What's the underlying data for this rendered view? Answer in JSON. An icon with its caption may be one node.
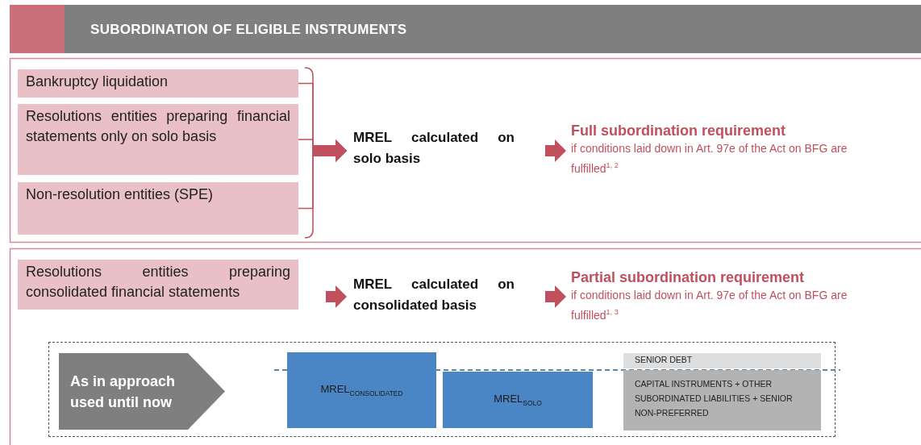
{
  "diagram": {
    "title": "SUBORDINATION OF ELIGIBLE INSTRUMENTS",
    "nodes": [
      {
        "text": [
          "Bankruptcy liquidation"
        ]
      },
      {
        "text": [
          "Resolutions entities preparing financial statements only on solo basis"
        ]
      },
      {
        "text": [
          "Non-resolution entities (SPE)"
        ]
      },
      {
        "text": [
          "MREL calculated on solo basis"
        ]
      },
      {
        "text": [
          "Full subordination requirement",
          "if conditions laid down in Art. 97e of the Act on BFG are fulfilled$^{1, 2}$"
        ]
      },
      {
        "text": [
          "Resolutions entities preparing consolidated financial statements"
        ]
      },
      {
        "text": [
          "MREL calculated on consolidated basis"
        ]
      },
      {
        "text": [
          "Partial subordination requirement",
          "if conditions laid down in Art. 97e of the Act on BFG are fulfilled$^{1, 3}$"
        ]
      },
      {
        "text": [],
        "shape": "box"
      },
      {
        "text": [
          "As in approach used until now"
        ],
        "in": 8
      },
      {
        "text": [
          "MREL$_{CONSOLIDATED}$"
        ],
        "in": 8
      },
      {
        "text": [
          "MREL$_{SOLO}$"
        ],
        "in": 8
      },
      {
        "text": [
          "SENIOR DEBT"
        ],
        "in": 8
      },
      {
        "text": [
          "CAPITAL INSTRUMENTS + OTHER SUBORDINATED LIABILITIES + SENIOR NON-PREFERRED"
        ],
        "in": 8
      }
    ],
    "edges": [
      {
        "from": 0,
        "to": 3,
        "arrow": "to"
      },
      {
        "from": 1,
        "to": 3,
        "arrow": "to"
      },
      {
        "from": 2,
        "to": 3,
        "arrow": "to"
      },
      {
        "from": 3,
        "to": 4,
        "arrow": "to"
      },
      {
        "from": 5,
        "to": 6,
        "arrow": "to"
      },
      {
        "from": 6,
        "to": 7,
        "arrow": "to"
      }
    ]
  }
}
